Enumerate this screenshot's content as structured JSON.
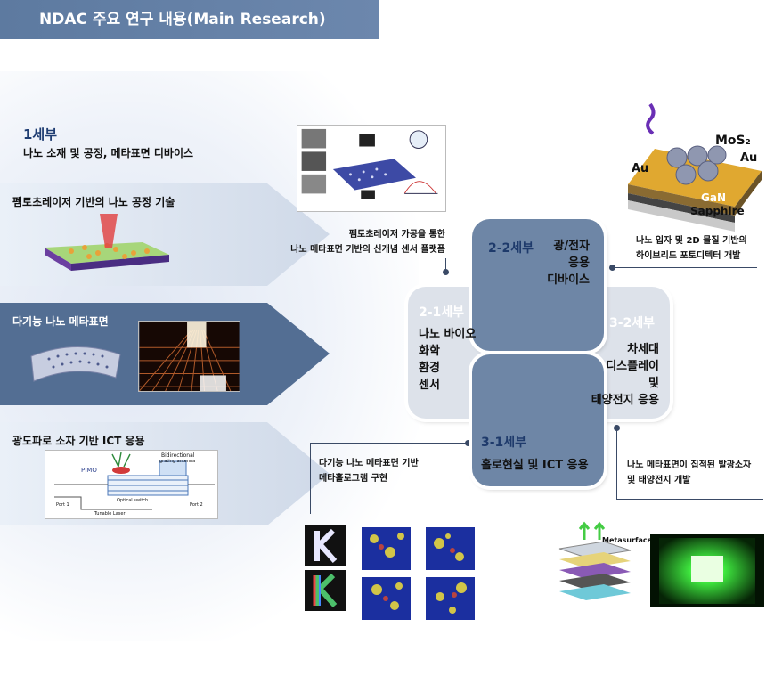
{
  "header": {
    "title": "NDAC  주요 연구 내용(Main Research)"
  },
  "section1": {
    "title": "1세부",
    "subtitle": "나노 소재 및 공정, 메타표면 디바이스",
    "items": [
      {
        "label": "펨토초레이저 기반의 나노 공정 기술"
      },
      {
        "label": "다기능 나노 메타표면"
      },
      {
        "label": "광도파로 소자 기반 ICT 응용"
      }
    ]
  },
  "waveguide_figure": {
    "pimo": "PIMO",
    "bidirectional": "Bidirectional",
    "grating_antenna": "grating antenna",
    "optical_switch": "Optical switch",
    "tunable_laser": "Tunable Laser",
    "port1": "Port 1",
    "port2": "Port 2"
  },
  "tiles": {
    "t22": {
      "title": "2-2세부",
      "lines": [
        "광/전자",
        "응용",
        "디바이스"
      ]
    },
    "t21": {
      "title": "2-1세부",
      "lines": [
        "나노 바이오",
        "화학",
        "환경",
        "센서"
      ]
    },
    "t32": {
      "title": "3-2세부",
      "lines": [
        "차세대",
        "디스플레이",
        "및",
        "태양전지 응용"
      ]
    },
    "t31": {
      "title": "3-1세부",
      "lines": [
        "홀로현실 및 ICT 응용"
      ]
    }
  },
  "captions": {
    "femto": [
      "펨토초레이저 가공을 통한",
      "나노 메타표면 기반의 신개념 센서 플랫폼"
    ],
    "photodetector": [
      "나노 입자 및 2D 물질 기반의",
      "하이브리드 포토디텍터 개발"
    ],
    "hologram": [
      "다기능 나노 메타표면 기반",
      "메타홀로그램 구현"
    ],
    "emitter": [
      "나노 메타표면이 집적된 발광소자",
      "및 태양전지 개발"
    ]
  },
  "photodetector_figure": {
    "mos2": "MoS₂",
    "au_left": "Au",
    "au_right": "Au",
    "gan": "GaN",
    "sapphire": "Sapphire"
  },
  "emitter_figure": {
    "metasurface": "Metasurface"
  },
  "colors": {
    "header": "#5d7aa0",
    "arrow_dark": "#536e93",
    "arrow_light": "#dbe3ef",
    "tile_dark": "#6e86a6",
    "tile_light": "#dde2ea",
    "tile_title_dark": "#1e3a6b",
    "tile_title_light": "#ffffff"
  }
}
